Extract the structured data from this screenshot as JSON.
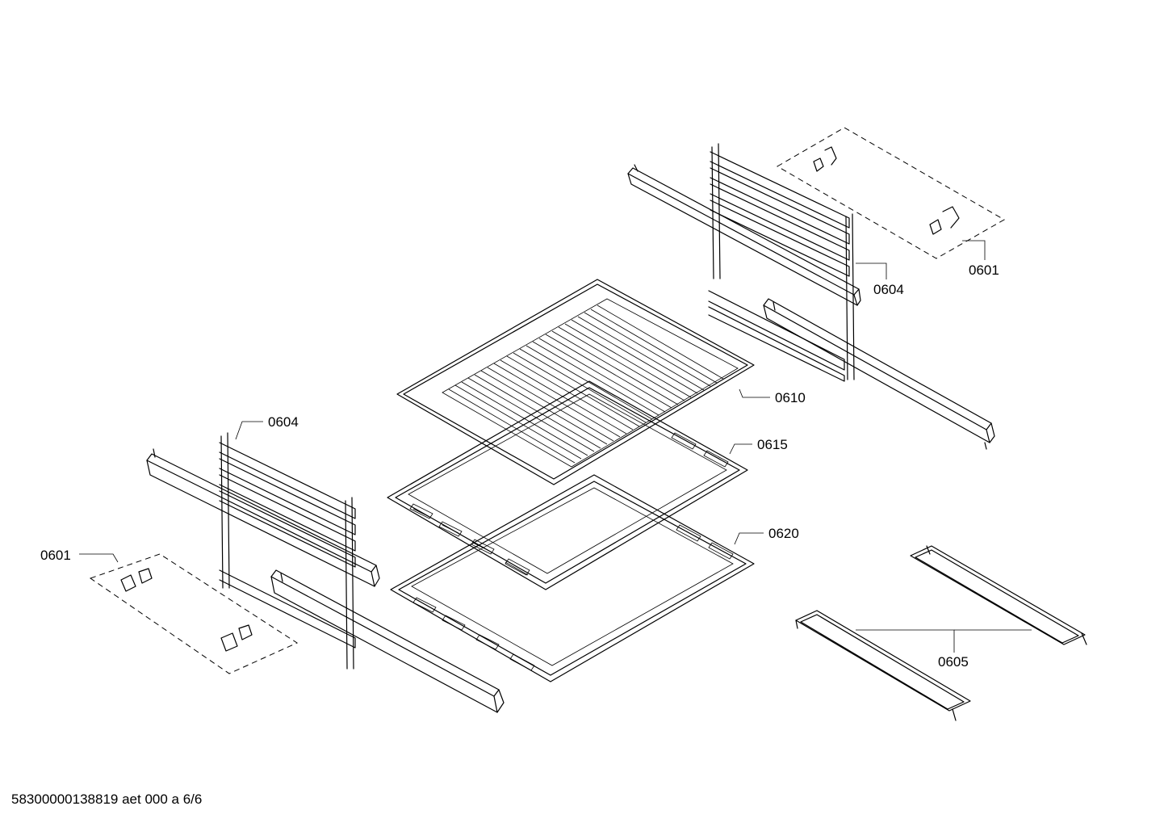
{
  "callouts": {
    "c0601_top": "0601",
    "c0604_top": "0604",
    "c0610": "0610",
    "c0615": "0615",
    "c0620": "0620",
    "c0604_left": "0604",
    "c0601_left": "0601",
    "c0605": "0605"
  },
  "footer": {
    "document_code": "58300000138819 aet 000 a 6/6"
  }
}
